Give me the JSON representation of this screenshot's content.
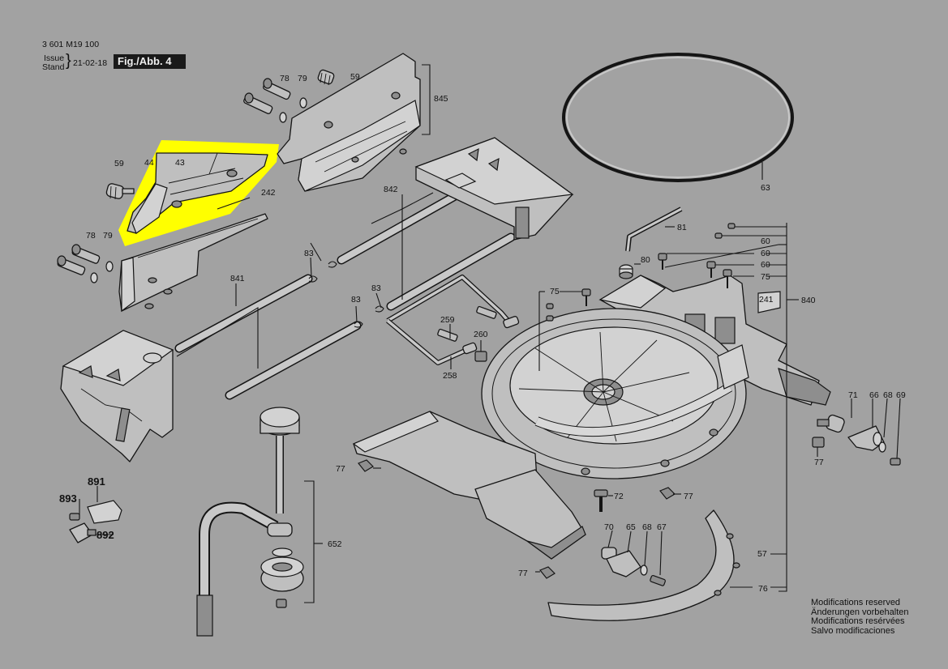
{
  "header": {
    "doc_number": "3 601 M19 100",
    "issue_label": "Issue",
    "stand_label": "Stand",
    "date": "21-02-18",
    "figure_label": "Fig./Abb. 4"
  },
  "notice": [
    "Modifications reserved",
    "Änderungen vorbehalten",
    "Modifications resérvées",
    "Salvo modificaciones"
  ],
  "colors": {
    "background": "#a2a2a2",
    "part_fill": "#bfbfbf",
    "part_dark": "#8a8a8a",
    "line": "#151515",
    "highlight": "#ffff00"
  },
  "highlighted_parts": [
    "44",
    "43"
  ],
  "part_labels": [
    {
      "id": "59",
      "text": "59",
      "bold": false
    },
    {
      "id": "78",
      "text": "78",
      "bold": false
    },
    {
      "id": "79",
      "text": "79",
      "bold": false
    },
    {
      "id": "845",
      "text": "845",
      "bold": false
    },
    {
      "id": "59",
      "text": "59",
      "bold": false
    },
    {
      "id": "44",
      "text": "44",
      "bold": false
    },
    {
      "id": "43",
      "text": "43",
      "bold": false
    },
    {
      "id": "242",
      "text": "242",
      "bold": false
    },
    {
      "id": "842",
      "text": "842",
      "bold": false
    },
    {
      "id": "63",
      "text": "63",
      "bold": false
    },
    {
      "id": "78",
      "text": "78",
      "bold": false
    },
    {
      "id": "79",
      "text": "79",
      "bold": false
    },
    {
      "id": "83",
      "text": "83",
      "bold": false
    },
    {
      "id": "81",
      "text": "81",
      "bold": false
    },
    {
      "id": "60",
      "text": "60",
      "bold": false
    },
    {
      "id": "60",
      "text": "60",
      "bold": false
    },
    {
      "id": "60",
      "text": "60",
      "bold": false
    },
    {
      "id": "80",
      "text": "80",
      "bold": false
    },
    {
      "id": "841",
      "text": "841",
      "bold": false
    },
    {
      "id": "83",
      "text": "83",
      "bold": false
    },
    {
      "id": "75",
      "text": "75",
      "bold": false
    },
    {
      "id": "75",
      "text": "75",
      "bold": false
    },
    {
      "id": "83",
      "text": "83",
      "bold": false
    },
    {
      "id": "241",
      "text": "241",
      "bold": false
    },
    {
      "id": "840",
      "text": "840",
      "bold": false
    },
    {
      "id": "259",
      "text": "259",
      "bold": false
    },
    {
      "id": "260",
      "text": "260",
      "bold": false
    },
    {
      "id": "258",
      "text": "258",
      "bold": false
    },
    {
      "id": "71",
      "text": "71",
      "bold": false
    },
    {
      "id": "66",
      "text": "66",
      "bold": false
    },
    {
      "id": "68",
      "text": "68",
      "bold": false
    },
    {
      "id": "69",
      "text": "69",
      "bold": false
    },
    {
      "id": "77",
      "text": "77",
      "bold": false
    },
    {
      "id": "77",
      "text": "77",
      "bold": false
    },
    {
      "id": "891",
      "text": "891",
      "bold": true
    },
    {
      "id": "893",
      "text": "893",
      "bold": true
    },
    {
      "id": "892",
      "text": "892",
      "bold": true
    },
    {
      "id": "72",
      "text": "72",
      "bold": false
    },
    {
      "id": "77",
      "text": "77",
      "bold": false
    },
    {
      "id": "652",
      "text": "652",
      "bold": false
    },
    {
      "id": "70",
      "text": "70",
      "bold": false
    },
    {
      "id": "65",
      "text": "65",
      "bold": false
    },
    {
      "id": "68",
      "text": "68",
      "bold": false
    },
    {
      "id": "67",
      "text": "67",
      "bold": false
    },
    {
      "id": "57",
      "text": "57",
      "bold": false
    },
    {
      "id": "77",
      "text": "77",
      "bold": false
    },
    {
      "id": "76",
      "text": "76",
      "bold": false
    }
  ]
}
